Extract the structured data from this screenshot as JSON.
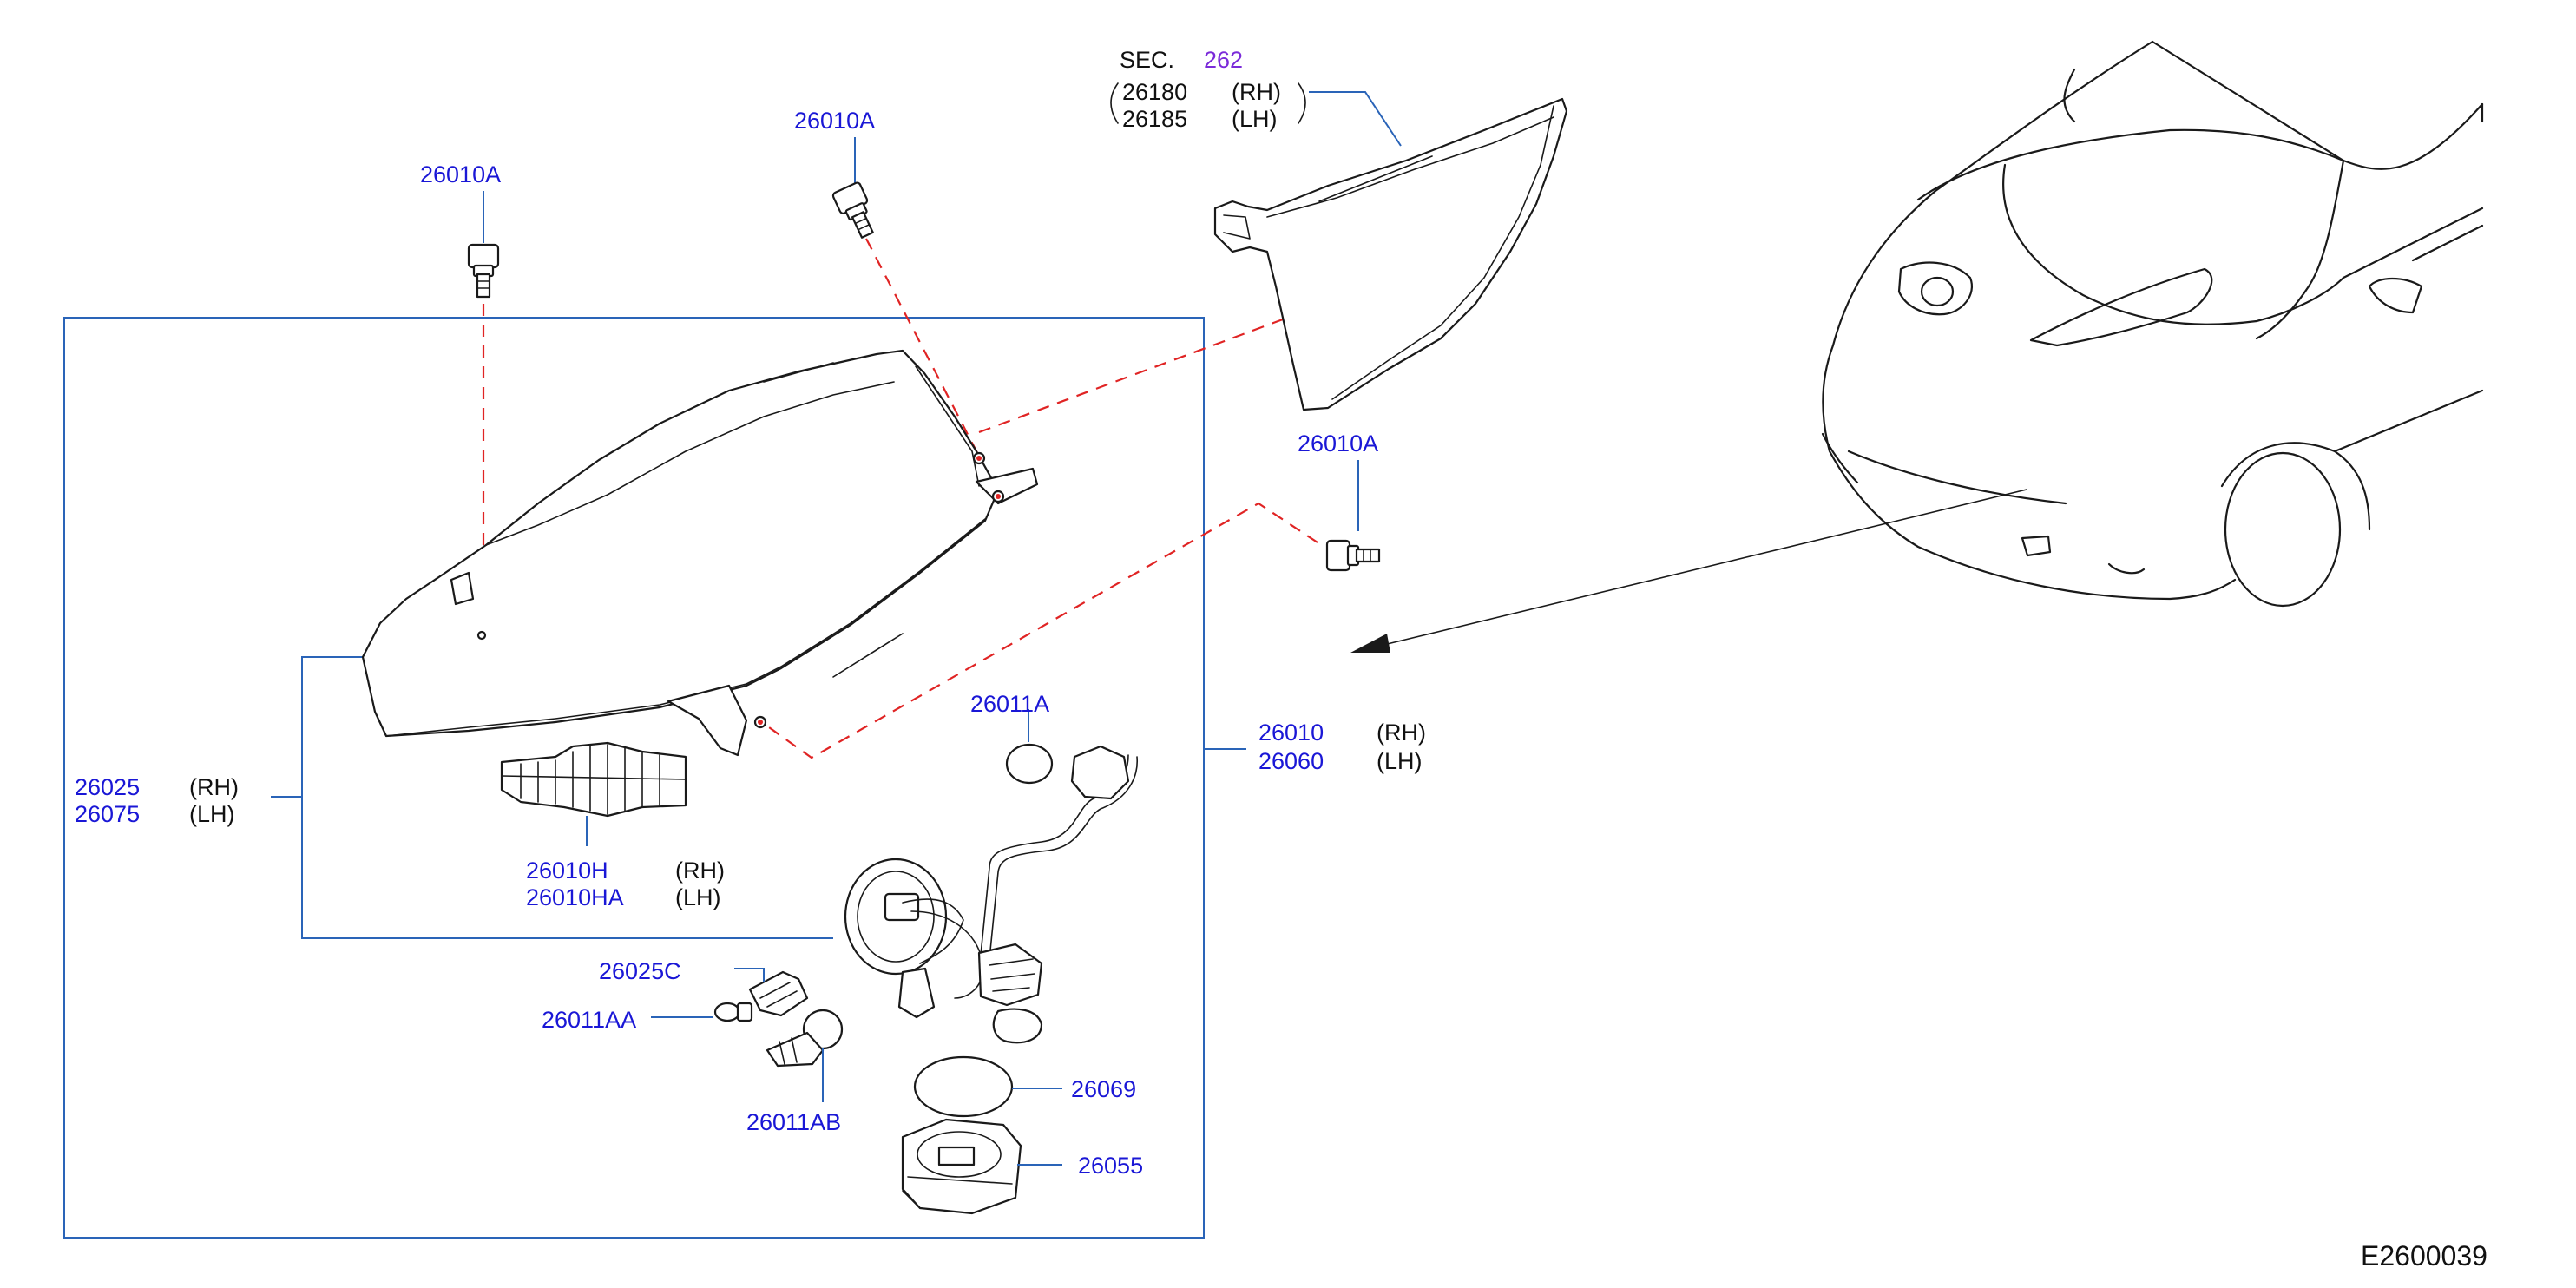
{
  "diagram_code": "E2600039",
  "sec_ref": {
    "prefix": "SEC.",
    "number": "262"
  },
  "parts": {
    "p_26180": {
      "code": "26180",
      "side": "(RH)"
    },
    "p_26185": {
      "code": "26185",
      "side": "(LH)"
    },
    "screw_top_left": "26010A",
    "screw_top_mid": "26010A",
    "screw_right": "26010A",
    "p_26010": {
      "code": "26010",
      "side": "(RH)"
    },
    "p_26060": {
      "code": "26060",
      "side": "(LH)"
    },
    "p_26025": {
      "code": "26025",
      "side": "(RH)"
    },
    "p_26075": {
      "code": "26075",
      "side": "(LH)"
    },
    "p_26010H": {
      "code": "26010H",
      "side": "(RH)"
    },
    "p_26010HA": {
      "code": "26010HA",
      "side": "(LH)"
    },
    "p_26011A": "26011A",
    "p_26025C": "26025C",
    "p_26011AA": "26011AA",
    "p_26011AB": "26011AB",
    "p_26069": "26069",
    "p_26055": "26055"
  },
  "colors": {
    "part_number": "#1a17d6",
    "section_ref": "#7b2bd9",
    "leader": "#2a64b8",
    "mount_dashed": "#e02424",
    "linework": "#1a1a1a"
  }
}
